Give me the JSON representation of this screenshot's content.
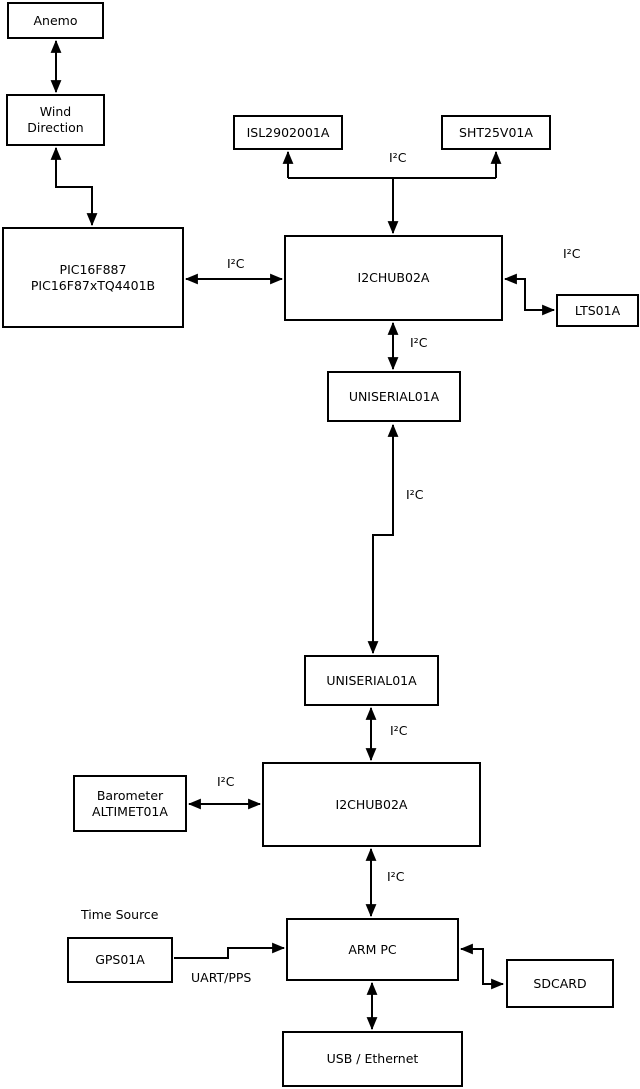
{
  "diagram": {
    "nodes": {
      "anemo": {
        "label": "Anemo"
      },
      "wind_direction": {
        "line1": "Wind",
        "line2": "Direction"
      },
      "pic": {
        "line1": "PIC16F887",
        "line2": "PIC16F87xTQ4401B"
      },
      "isl": {
        "label": "ISL2902001A"
      },
      "sht": {
        "label": "SHT25V01A"
      },
      "hub1": {
        "label": "I2CHUB02A"
      },
      "lts": {
        "label": "LTS01A"
      },
      "uniserial1": {
        "label": "UNISERIAL01A"
      },
      "uniserial2": {
        "label": "UNISERIAL01A"
      },
      "hub2": {
        "label": "I2CHUB02A"
      },
      "barometer": {
        "line1": "Barometer",
        "line2": "ALTIMET01A"
      },
      "gps": {
        "label": "GPS01A"
      },
      "armpc": {
        "label": "ARM PC"
      },
      "sdcard": {
        "label": "SDCARD"
      },
      "usb_ethernet": {
        "label": "USB / Ethernet"
      }
    },
    "edge_labels": {
      "i2c_top_bus": "I²C",
      "i2c_pic_hub1": "I²C",
      "i2c_hub1_lts": "I²C",
      "i2c_hub1_uniserial1": "I²C",
      "i2c_uniserial_link": "I²C",
      "i2c_uniserial2_hub2": "I²C",
      "i2c_barometer_hub2": "I²C",
      "i2c_hub2_armpc": "I²C",
      "uart_pps": "UART/PPS"
    },
    "annotations": {
      "time_source": "Time Source"
    },
    "colors": {
      "line": "#000000",
      "box_border": "#000000",
      "box_fill": "#ffffff",
      "background": "#ffffff",
      "text": "#000000"
    }
  }
}
